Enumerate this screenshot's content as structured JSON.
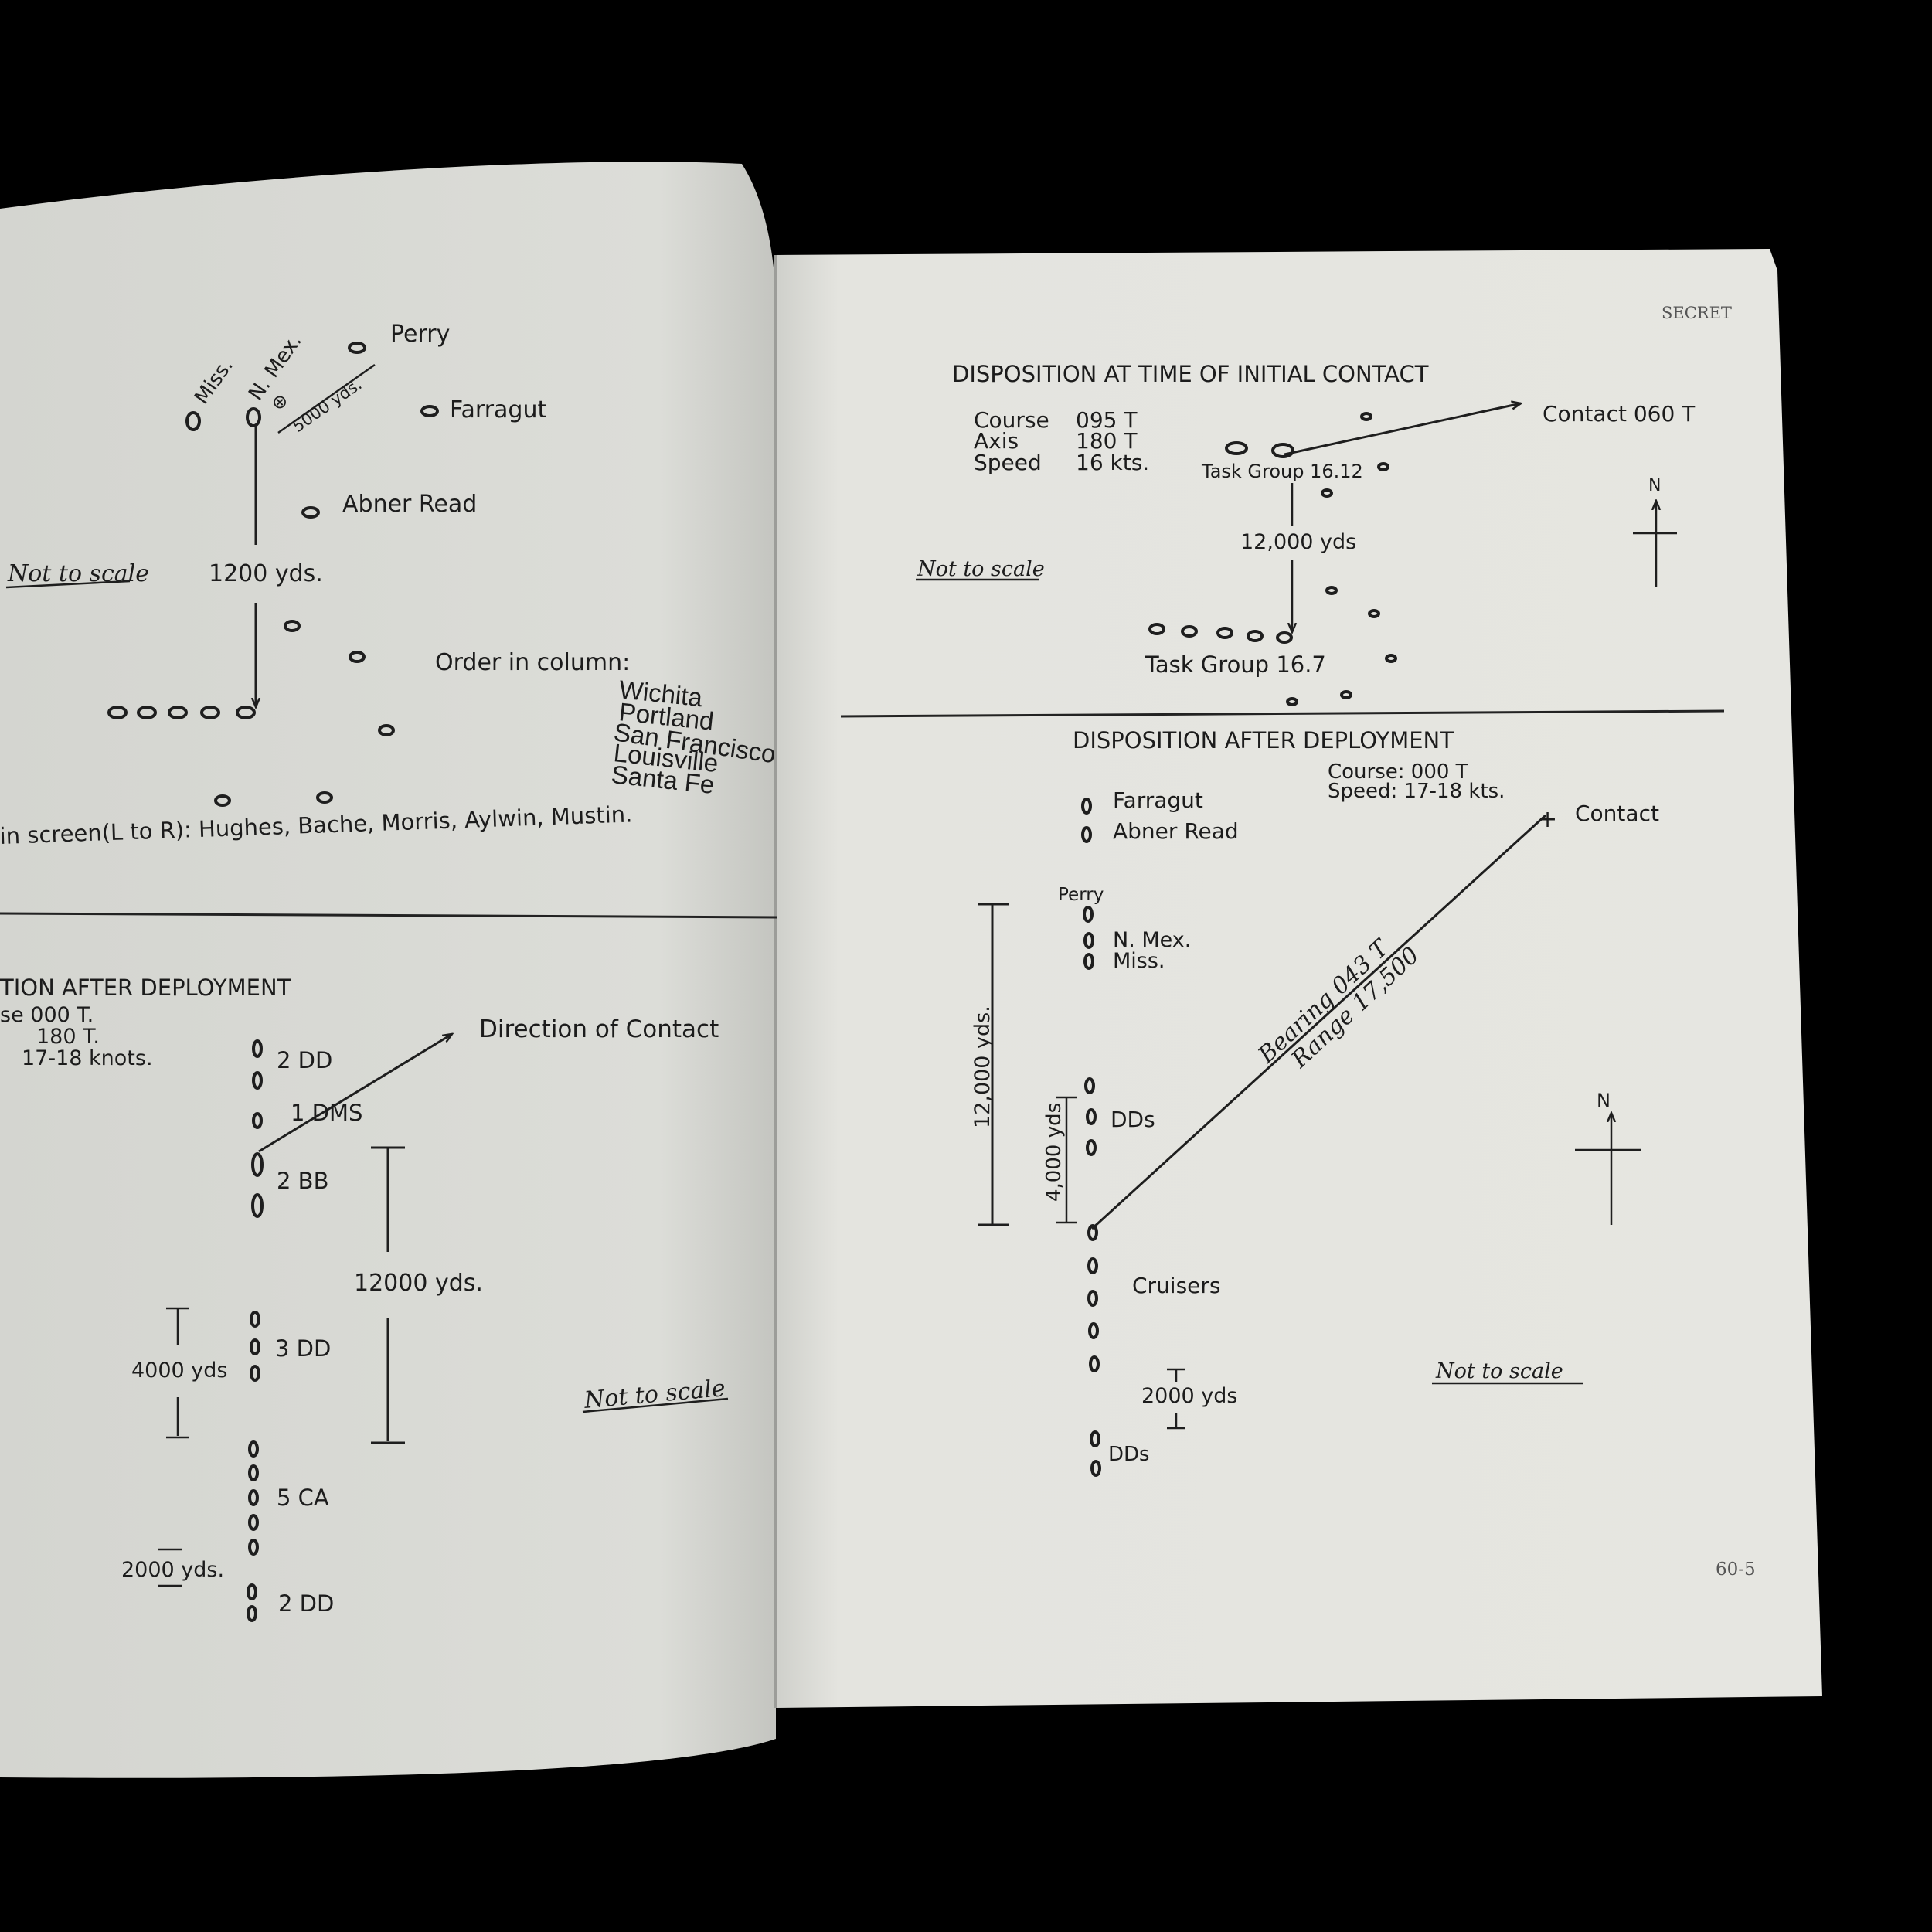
{
  "left_page": {
    "top_diagram": {
      "ships": {
        "miss": "Miss.",
        "n_mex": "N. Mex.",
        "perry": "Perry",
        "farragut": "Farragut",
        "abner_read": "Abner Read"
      },
      "spacing_5000": "5000 yds.",
      "spacing_1200": "1200 yds.",
      "not_to_scale": "Not to scale",
      "order_title": "Order in column:",
      "order_list": [
        "Wichita",
        "Portland",
        "San Francisco",
        "Louisville",
        "Santa Fe"
      ],
      "screen_text": "in screen(L to R): Hughes, Bache, Morris, Aylwin, Mustin."
    },
    "bottom_diagram": {
      "title": "TION AFTER DEPLOYMENT",
      "course": "se  000 T.",
      "axis": "180 T.",
      "speed": "17-18 knots.",
      "direction": "Direction of Contact",
      "labels": {
        "dd_top": "2 DD",
        "dms": "1 DMS",
        "bb": "2 BB",
        "dd_mid": "3 DD",
        "ca": "5 CA",
        "dd_bottom": "2 DD"
      },
      "spacing_12000": "12000 yds.",
      "spacing_4000": "4000 yds",
      "spacing_2000": "2000 yds.",
      "not_to_scale": "Not to scale"
    }
  },
  "right_page": {
    "classification": "SECRET",
    "page_number": "60-5",
    "top_diagram": {
      "title": "DISPOSITION AT TIME OF INITIAL CONTACT",
      "course_label": "Course",
      "course_value": "095 T",
      "axis_label": "Axis",
      "axis_value": "180 T",
      "speed_label": "Speed",
      "speed_value": "16 kts.",
      "contact": "Contact 060 T",
      "task_group_a": "Task Group 16.12",
      "task_group_b": "Task Group 16.7",
      "spacing": "12,000 yds",
      "north": "N",
      "not_to_scale": "Not to scale"
    },
    "bottom_diagram": {
      "title": "DISPOSITION AFTER DEPLOYMENT",
      "course": "Course: 000 T",
      "speed": "Speed: 17-18 kts.",
      "contact": "Contact",
      "bearing": "Bearing 043 T",
      "range": "Range 17,500",
      "ships": {
        "farragut": "Farragut",
        "abner_read": "Abner Read",
        "perry": "Perry",
        "n_mex": "N. Mex.",
        "miss": "Miss.",
        "dds_mid": "DDs",
        "cruisers": "Cruisers",
        "dds_bottom": "DDs"
      },
      "spacing_12000": "12,000 yds.",
      "spacing_4000": "4,000 yds",
      "spacing_2000": "2000 yds",
      "north": "N",
      "not_to_scale": "Not to scale"
    }
  }
}
